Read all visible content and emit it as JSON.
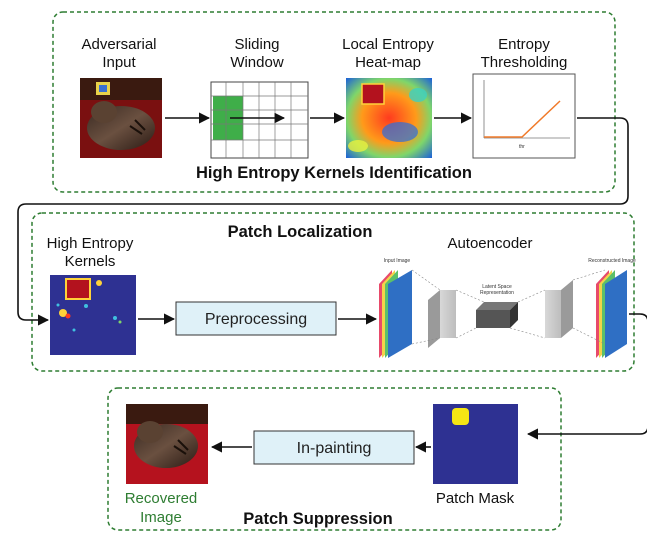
{
  "sections": {
    "identification": "High Entropy Kernels Identification",
    "localization": "Patch Localization",
    "suppression": "Patch Suppression"
  },
  "stages": {
    "adversarial_input": [
      "Adversarial",
      "Input"
    ],
    "sliding_window": [
      "Sliding",
      "Window"
    ],
    "heatmap": [
      "Local Entropy",
      "Heat-map"
    ],
    "thresholding": [
      "Entropy",
      "Thresholding"
    ],
    "threshold_tick": "thr",
    "high_entropy_kernels": [
      "High Entropy",
      "Kernels"
    ],
    "preprocessing": "Preprocessing",
    "autoencoder": "Autoencoder",
    "ae_input": "Input Image",
    "ae_latent": [
      "Latent Space",
      "Representation"
    ],
    "ae_reconstructed": "Reconstructed Image",
    "patch_mask": "Patch Mask",
    "inpainting": "In-painting",
    "recovered": [
      "Recovered",
      "Image"
    ]
  },
  "colors": {
    "section_border": "#2e7d32",
    "box_fill": "#dff1f8",
    "window_highlight": "#3fae49",
    "mask_background": "#2e3192",
    "mask_patch": "#f5e614",
    "recovered_text": "#2e7d32"
  }
}
